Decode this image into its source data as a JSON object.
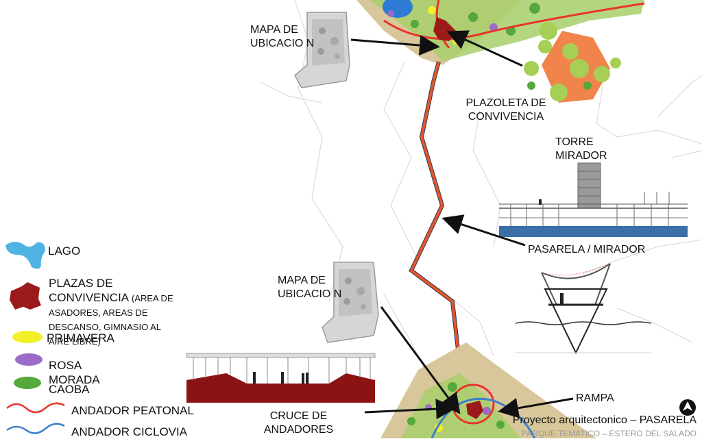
{
  "labels": {
    "mapa_top": "MAPA DE UBICACIO N",
    "plazoleta": "PLAZOLETA DE CONVIVENCIA",
    "torre": "TORRE MIRADOR",
    "pasarela": "PASARELA / MIRADOR",
    "mapa_mid": "MAPA DE UBICACIO N",
    "rampa": "RAMPA",
    "cruce": "CRUCE DE ANDADORES"
  },
  "legend": {
    "lago": "LAGO",
    "plazas_title": "PLAZAS DE CONVIVENCIA",
    "plazas_detail": "(AREA DE ASADORES, AREAS DE DESCANSO, GIMNASIO AL AIRE LIBRE)",
    "primavera": "PRIMAVERA",
    "rosa": "ROSA MORADA",
    "caoba": "CAOBA",
    "peatonal": "ANDADOR PEATONAL",
    "ciclovia": "ANDADOR CICLOVIA"
  },
  "colors": {
    "lake": "#4fb3e3",
    "plaza": "#9b1b1b",
    "primavera": "#f3f02a",
    "rosa": "#9a6cc8",
    "caoba": "#55a83a",
    "peatonal": "#e8342a",
    "ciclovia": "#3a7fc9",
    "zone": "#d8c79a",
    "plazoleta": "#f0844a",
    "water": "#3b6fa6",
    "pasarela_path": "#e3552a",
    "arrow": "#111111"
  },
  "icons": {
    "north": "north-arrow-icon",
    "monument": "map-monument-icon"
  },
  "footer": {
    "title": "Proyecto arquitectonico – PASARELA",
    "subtitle": "PARQUE TEMATICO – ESTERO DEL SALADO"
  }
}
